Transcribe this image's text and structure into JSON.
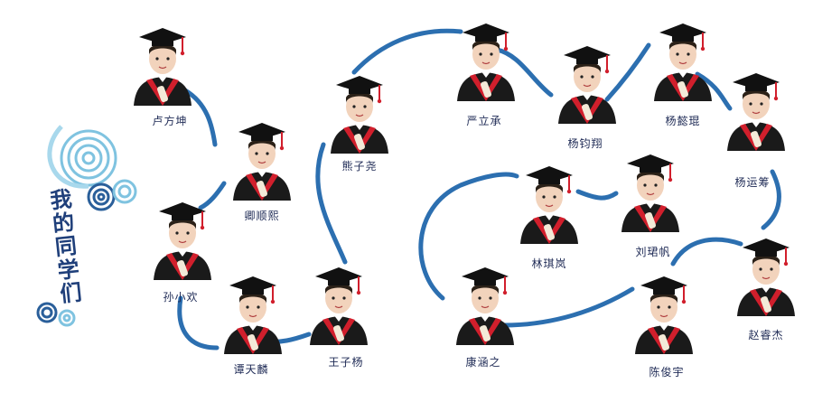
{
  "title": "我的同学们",
  "students": [
    {
      "id": "lu-fangkun",
      "name": "卢方坤"
    },
    {
      "id": "qing-shunxi",
      "name": "卿顺熙"
    },
    {
      "id": "sun-xiaohuan",
      "name": "孙小欢"
    },
    {
      "id": "tan-tianlin",
      "name": "谭天麟"
    },
    {
      "id": "wang-ziyang",
      "name": "王子杨"
    },
    {
      "id": "xiong-ziyao",
      "name": "熊子尧"
    },
    {
      "id": "yan-licheng",
      "name": "严立承"
    },
    {
      "id": "yang-junxiang",
      "name": "杨钧翔"
    },
    {
      "id": "yang-yikun",
      "name": "杨懿琨"
    },
    {
      "id": "yang-yunchou",
      "name": "杨运筹"
    },
    {
      "id": "zhao-ruijie",
      "name": "赵睿杰"
    },
    {
      "id": "chen-junyu",
      "name": "陈俊宇"
    },
    {
      "id": "liu-junfan",
      "name": "刘珺帆"
    },
    {
      "id": "lin-qilan",
      "name": "林琪岚"
    },
    {
      "id": "kang-hanzhi",
      "name": "康涵之"
    }
  ],
  "colors": {
    "path": "#2c6fb0",
    "gown": "#1a1a1a",
    "sash": "#d11f2c",
    "cap": "#111111",
    "tassel": "#d11f2c",
    "spiral_light": "#7fc3e0",
    "spiral_dark": "#2a5f9a",
    "name_text": "#1e2a55"
  },
  "icons": [
    "swirl-decoration",
    "graduate-photo",
    "tassel-icon"
  ]
}
